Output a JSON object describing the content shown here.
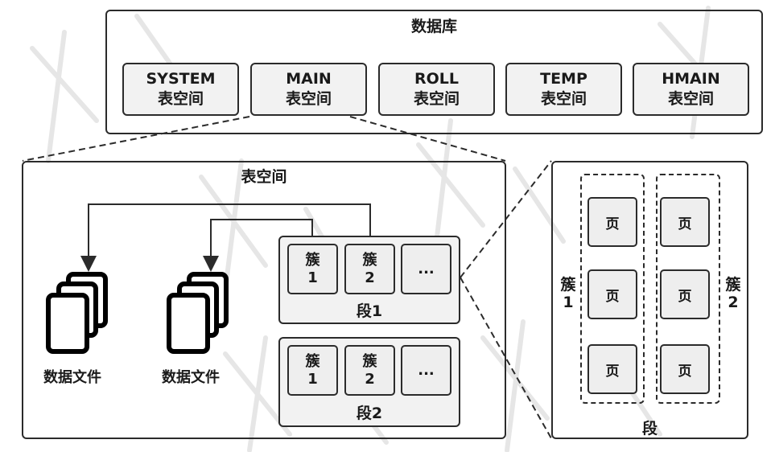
{
  "database": {
    "title": "数据库",
    "tablespaces": [
      {
        "name": "SYSTEM",
        "type": "表空间"
      },
      {
        "name": "MAIN",
        "type": "表空间"
      },
      {
        "name": "ROLL",
        "type": "表空间"
      },
      {
        "name": "TEMP",
        "type": "表空间"
      },
      {
        "name": "HMAIN",
        "type": "表空间"
      }
    ]
  },
  "tablespace": {
    "title": "表空间",
    "datafiles": [
      {
        "label": "数据文件"
      },
      {
        "label": "数据文件"
      }
    ],
    "segments": [
      {
        "label": "段1",
        "clusters": [
          {
            "line1": "簇",
            "line2": "1"
          },
          {
            "line1": "簇",
            "line2": "2"
          },
          {
            "line1": "...",
            "line2": ""
          }
        ]
      },
      {
        "label": "段2",
        "clusters": [
          {
            "line1": "簇",
            "line2": "1"
          },
          {
            "line1": "簇",
            "line2": "2"
          },
          {
            "line1": "...",
            "line2": ""
          }
        ]
      }
    ]
  },
  "segment_detail": {
    "title": "段",
    "clusters": [
      {
        "label_top": "簇",
        "label_bottom": "1",
        "pages": [
          "页",
          "页",
          "页"
        ]
      },
      {
        "label_top": "簇",
        "label_bottom": "2",
        "pages": [
          "页",
          "页",
          "页"
        ]
      }
    ]
  }
}
